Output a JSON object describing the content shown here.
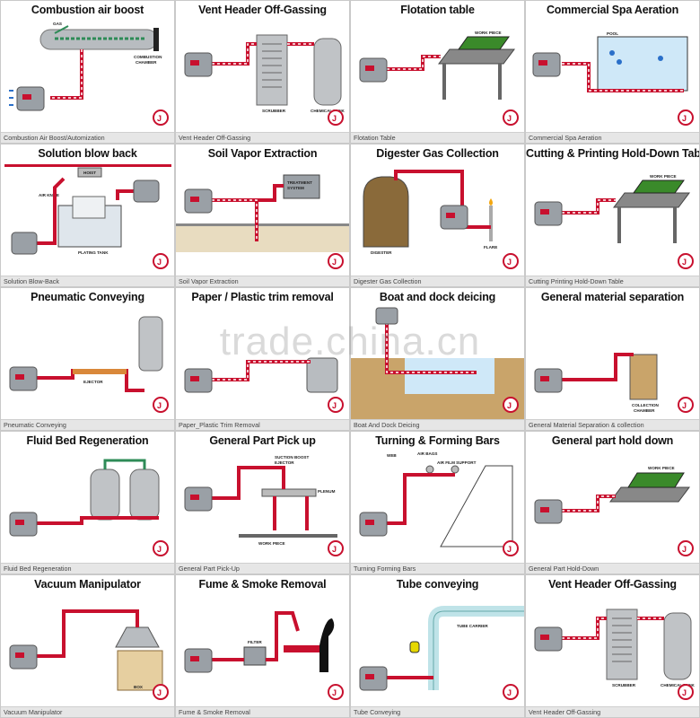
{
  "watermark": "trade.china.cn",
  "colors": {
    "pipe": "#c8102e",
    "pipe_dash": "#ffffff",
    "air": "#2a6fc9",
    "machine": "#9aa0a6",
    "logo": "#c8102e"
  },
  "tiles": [
    {
      "title": "Combustion air boost",
      "caption": "Combustion Air Boost/Automization",
      "labels": [
        "GAS",
        "COMBUSTION",
        "CHAMBER"
      ]
    },
    {
      "title": "Vent Header Off-Gassing",
      "caption": "Vent Header Off-Gassing",
      "labels": [
        "SCRUBBER",
        "CHEMICAL TANK"
      ]
    },
    {
      "title": "Flotation table",
      "caption": "Flotation Table",
      "labels": [
        "WORK PIECE"
      ]
    },
    {
      "title": "Commercial Spa Aeration",
      "caption": "Commercial Spa Aeration",
      "labels": [
        "POOL"
      ]
    },
    {
      "title": "Solution blow back",
      "caption": "Solution Blow-Back",
      "labels": [
        "HOIST",
        "AIR KNIFE",
        "PLATING TANK"
      ]
    },
    {
      "title": "Soil Vapor Extraction",
      "caption": "Soil Vapor Extraction",
      "labels": [
        "TREATMENT",
        "SYSTEM"
      ]
    },
    {
      "title": "Digester Gas Collection",
      "caption": "Digester Gas Collection",
      "labels": [
        "DIGESTER",
        "FLARE"
      ]
    },
    {
      "title": "Cutting & Printing Hold-Down Table",
      "caption": "Cutting Printing Hold-Down Table",
      "labels": [
        "WORK PIECE"
      ]
    },
    {
      "title": "Pneumatic Conveying",
      "caption": "Pneumatic Conveying",
      "labels": [
        "EJECTOR"
      ]
    },
    {
      "title": "Paper / Plastic trim removal",
      "caption": "Paper_Plastic Trim Removal",
      "labels": []
    },
    {
      "title": "Boat and dock deicing",
      "caption": "Boat And Dock Deicing",
      "labels": []
    },
    {
      "title": "General material separation",
      "caption": "General Material Separation & collection",
      "labels": [
        "COLLECTION",
        "CHAMBER"
      ]
    },
    {
      "title": "Fluid Bed Regeneration",
      "caption": "Fluid Bed Regeneration",
      "labels": []
    },
    {
      "title": "General Part Pick up",
      "caption": "General Part Pick-Up",
      "labels": [
        "SUCTION BOOST",
        "EJECTOR",
        "PLENUM",
        "WORK PIECE"
      ]
    },
    {
      "title": "Turning & Forming Bars",
      "caption": "Turning Forming Bars",
      "labels": [
        "WEB",
        "AIR BAGS",
        "AIR FILM SUPPORT"
      ]
    },
    {
      "title": "General part hold down",
      "caption": "General Part Hold-Down",
      "labels": [
        "WORK PIECE"
      ]
    },
    {
      "title": "Vacuum Manipulator",
      "caption": "Vacuum Manipulator",
      "labels": [
        "BOX"
      ]
    },
    {
      "title": "Fume & Smoke Removal",
      "caption": "Fume & Smoke Removal",
      "labels": [
        "FILTER"
      ]
    },
    {
      "title": "Tube conveying",
      "caption": "Tube Conveying",
      "labels": [
        "TUBE CARRIER"
      ]
    },
    {
      "title": "Vent Header Off-Gassing",
      "caption": "Vent Header Off-Gassing",
      "labels": [
        "SCRUBBER",
        "CHEMICAL TANK"
      ]
    }
  ]
}
